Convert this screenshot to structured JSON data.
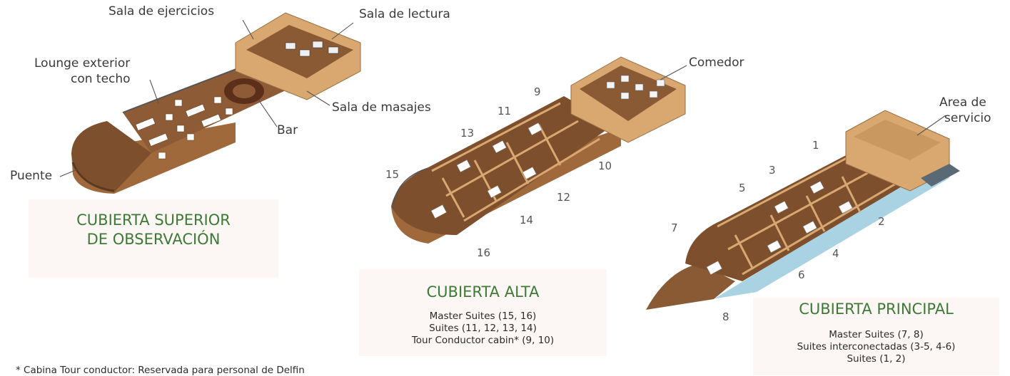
{
  "decks": {
    "superior": {
      "title_line1": "CUBIERTA SUPERIOR",
      "title_line2": "DE OBSERVACIÓN",
      "labels": {
        "ejercicios": "Sala de ejercicios",
        "lectura": "Sala de lectura",
        "lounge_line1": "Lounge exterior",
        "lounge_line2": "con techo",
        "masajes": "Sala de masajes",
        "bar": "Bar",
        "puente": "Puente"
      }
    },
    "alta": {
      "title": "CUBIERTA ALTA",
      "comedor": "Comedor",
      "lines": [
        "Master Suites (15, 16)",
        "Suites (11, 12, 13, 14)",
        "Tour Conductor cabin* (9, 10)"
      ],
      "cabins": [
        "9",
        "10",
        "11",
        "12",
        "13",
        "14",
        "15",
        "16"
      ]
    },
    "principal": {
      "title": "CUBIERTA PRINCIPAL",
      "servicio_line1": "Area de",
      "servicio_line2": "servicio",
      "lines": [
        "Master Suites (7, 8)",
        "Suites interconectadas (3-5, 4-6)",
        "Suites (1, 2)"
      ],
      "cabins": [
        "1",
        "2",
        "3",
        "4",
        "5",
        "6",
        "7",
        "8"
      ]
    }
  },
  "footnote": "* Cabina Tour conductor: Reservada para personal de Delfin",
  "colors": {
    "green_title": "#3d7a35",
    "panel_bg": "#fcf6f5",
    "wood_deck": "#8a5a35",
    "wood_wall": "#d9a870",
    "hull_blue": "#a9d3e3"
  }
}
